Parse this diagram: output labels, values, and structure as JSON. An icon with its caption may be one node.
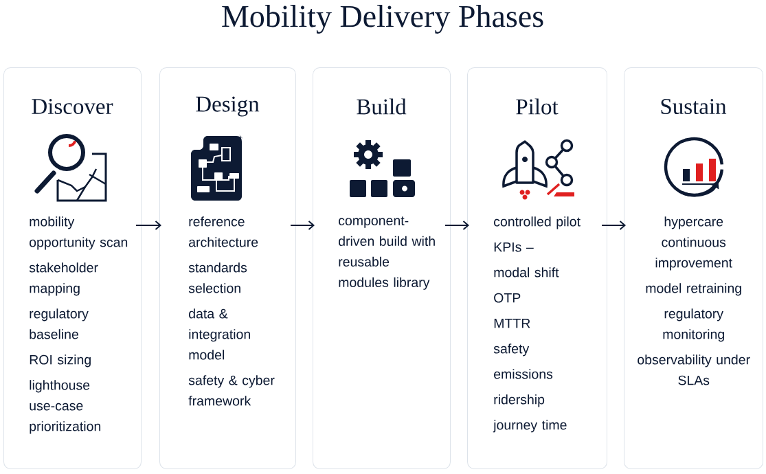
{
  "diagram": {
    "title": "Mobility Delivery Phases",
    "nodes": [
      {
        "text": [
          "Discover",
          "mobility opportunity scan",
          "stakeholder mapping",
          "regulatory baseline",
          "ROI sizing",
          "lighthouse use-case prioritization"
        ]
      },
      {
        "text": [
          "Design",
          "reference architecture",
          "standards selection",
          "data & integration model",
          "safety & cyber framework"
        ]
      },
      {
        "text": [
          "Build",
          "component-driven build with reusable modules library"
        ]
      },
      {
        "text": [
          "Pilot",
          "controlled pilot",
          "KPIs –",
          "modal shift",
          "OTP",
          "MTTR",
          "safety",
          "emissions",
          "ridership",
          "journey time"
        ]
      },
      {
        "text": [
          "Sustain",
          "hypercare continuous improvement",
          "model retraining",
          "regulatory monitoring",
          "observability under SLAs"
        ]
      }
    ],
    "edges": [
      {
        "from": 0,
        "to": 1,
        "arrow": "to"
      },
      {
        "from": 1,
        "to": 2,
        "arrow": "to"
      },
      {
        "from": 2,
        "to": 3,
        "arrow": "to"
      },
      {
        "from": 3,
        "to": 4,
        "arrow": "to"
      }
    ]
  }
}
